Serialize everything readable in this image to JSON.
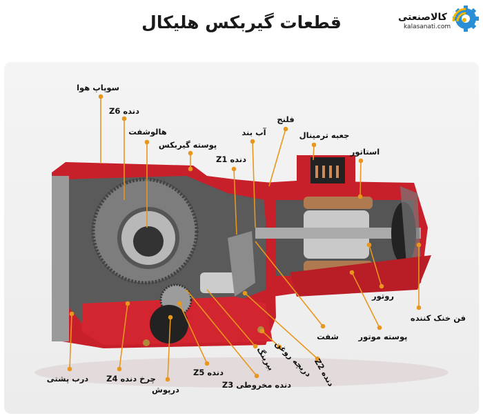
{
  "header": {
    "title": "قطعات گیربکس هلیکال"
  },
  "logo": {
    "name": "کالاصنعتی",
    "url": "kalasanati.com",
    "colors": {
      "gear": "#2a8fd6",
      "signal": "#f2b705"
    }
  },
  "colors": {
    "housing": "#c8202a",
    "leader": "#e8961e",
    "background": "#efefef"
  },
  "labels": {
    "air_valve": "سوپاپ هوا",
    "gear_z6": "دنده Z6",
    "hollow_shaft": "هالوشفت",
    "gearbox_housing": "پوسته گیربکس",
    "gear_z1": "دنده Z1",
    "oil_seal": "آب بند",
    "flange": "فلنج",
    "terminal_box": "جعبه ترمینال",
    "stator": "استاتور",
    "rotor": "روتور",
    "cooling_fan": "فن خنک کننده",
    "motor_housing": "پوسته موتور",
    "shaft": "شفت",
    "gear_z2": "دنده Z2",
    "oil_hatch": "دریچه روغن",
    "bearing": "بیرینگ",
    "bevel_gear_z3": "دنده مخروطی Z3",
    "gear_z5": "دنده Z5",
    "cover": "درپوش",
    "gear_wheel_z4": "چرخ دنده Z4",
    "back_door": "درب پشتی"
  }
}
